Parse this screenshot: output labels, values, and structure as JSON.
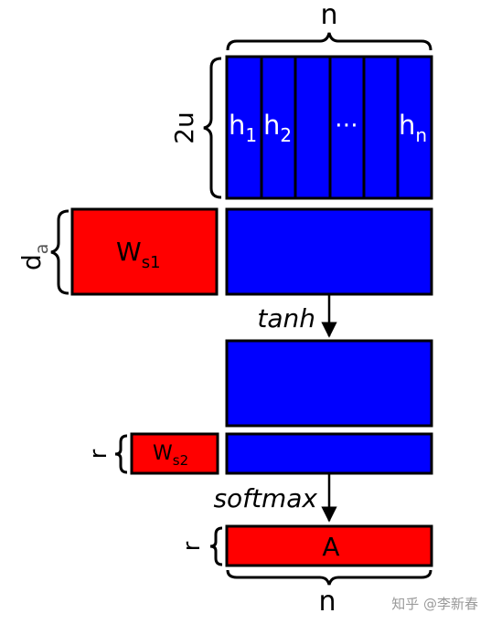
{
  "labels": {
    "n_top": "n",
    "two_u": "2u",
    "h_cols": [
      {
        "base": "h",
        "sub": "1"
      },
      {
        "base": "h",
        "sub": "2"
      },
      {
        "base": "⋯",
        "sub": ""
      },
      {
        "base": "h",
        "sub": "n"
      }
    ],
    "d_a": {
      "base": "d",
      "sub": "a"
    },
    "ws1": {
      "base": "W",
      "sub": "s1"
    },
    "tanh": "tanh",
    "r1": "r",
    "ws2": {
      "base": "W",
      "sub": "s2"
    },
    "softmax": "softmax",
    "r2": "r",
    "A": "A",
    "n_bottom": "n"
  },
  "colors": {
    "blue": "#0000ff",
    "red": "#ff0000",
    "stroke": "#000000"
  },
  "watermark": "知乎 @李新春"
}
